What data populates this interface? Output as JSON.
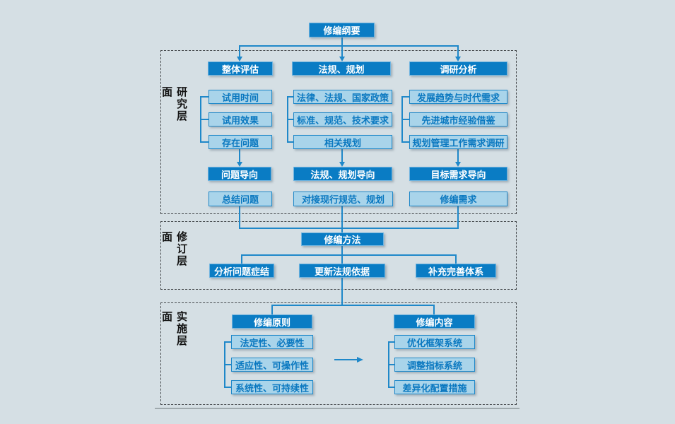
{
  "diagram": {
    "root": "修编纲要",
    "sections": [
      {
        "label": "研究层面",
        "columns": [
          {
            "header": "整体评估",
            "items": [
              "试用时间",
              "试用效果",
              "存在问题"
            ],
            "orientation": "问题导向",
            "result": "总结问题"
          },
          {
            "header": "法规、规划",
            "items": [
              "法律、法规、国家政策",
              "标准、规范、技术要求",
              "相关规划"
            ],
            "orientation": "法规、规划导向",
            "result": "对接现行规范、规划"
          },
          {
            "header": "调研分析",
            "items": [
              "发展趋势与时代需求",
              "先进城市经验借鉴",
              "规划管理工作需求调研"
            ],
            "orientation": "目标需求导向",
            "result": "修编需求"
          }
        ]
      },
      {
        "label": "修订层面",
        "method": "修编方法",
        "actions": [
          "分析问题症结",
          "更新法规依据",
          "补充完善体系"
        ]
      },
      {
        "label": "实施层面",
        "groups": [
          {
            "header": "修编原则",
            "items": [
              "法定性、必要性",
              "适应性、可操作性",
              "系统性、可持续性"
            ]
          },
          {
            "header": "修编内容",
            "items": [
              "优化框架系统",
              "调整指标系统",
              "差异化配置措施"
            ]
          }
        ]
      }
    ],
    "colors": {
      "background": "#d5dfe4",
      "node_dark_fill": "#0a7cc4",
      "node_light_fill": "#a9d4ea",
      "node_border": "#1f88c9",
      "node_light_text": "#0a78c0",
      "connector": "#1f88c9",
      "section_border": "#43474a"
    }
  }
}
